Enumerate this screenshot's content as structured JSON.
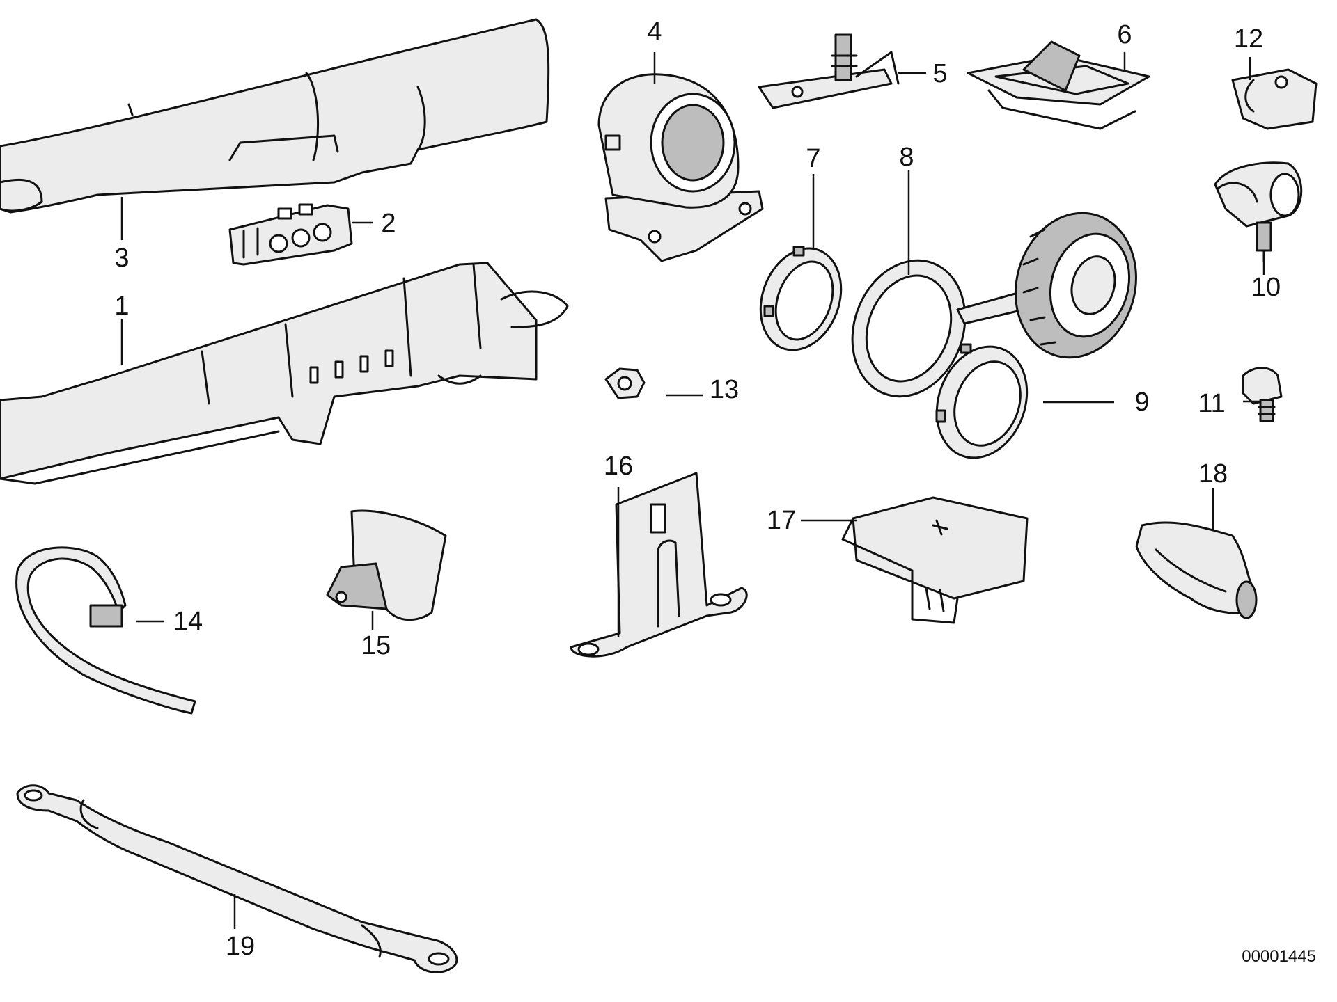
{
  "callouts": {
    "c1": "1",
    "c2": "2",
    "c3": "3",
    "c4": "4",
    "c5": "5",
    "c6": "6",
    "c7": "7",
    "c8": "8",
    "c9": "9",
    "c10": "10",
    "c11": "11",
    "c12": "12",
    "c13": "13",
    "c14": "14",
    "c15": "15",
    "c16": "16",
    "c17": "17",
    "c18": "18",
    "c19": "19"
  },
  "diagram_code": "00001445"
}
